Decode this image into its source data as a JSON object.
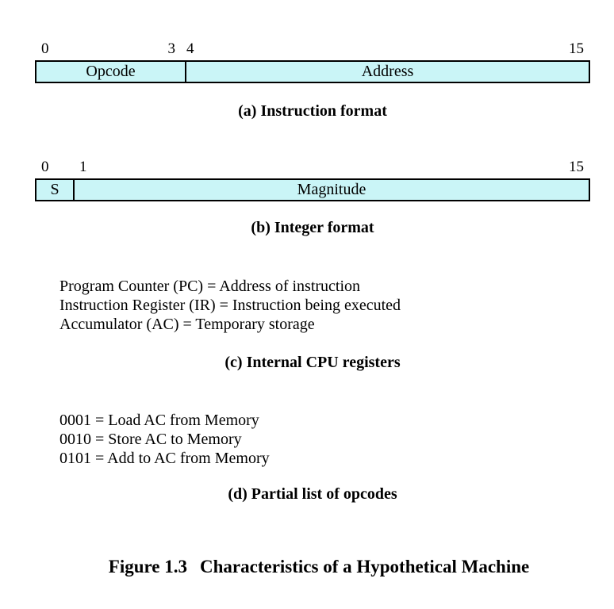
{
  "figure": {
    "number": "Figure 1.3",
    "title": "Characteristics of a Hypothetical Machine"
  },
  "instruction_format": {
    "caption": "(a) Instruction format",
    "bit_labels": [
      "0",
      "3",
      "4",
      "15"
    ],
    "fields": [
      "Opcode",
      "Address"
    ],
    "field_bits": [
      4,
      12
    ],
    "total_bits": 16
  },
  "integer_format": {
    "caption": "(b) Integer format",
    "bit_labels": [
      "0",
      "1",
      "15"
    ],
    "fields": [
      "S",
      "Magnitude"
    ],
    "field_bits": [
      1,
      15
    ],
    "total_bits": 16
  },
  "cpu_registers": {
    "caption": "(c) Internal CPU registers",
    "lines": [
      "Program Counter (PC) = Address of instruction",
      "Instruction Register (IR) = Instruction being executed",
      "Accumulator (AC) = Temporary storage"
    ]
  },
  "opcodes": {
    "caption": "(d) Partial list of opcodes",
    "lines": [
      "0001 = Load AC from Memory",
      "0010 = Store AC to Memory",
      "0101 = Add to AC from Memory"
    ]
  },
  "colors": {
    "field_fill": "#caf5f7",
    "border": "#000000"
  }
}
